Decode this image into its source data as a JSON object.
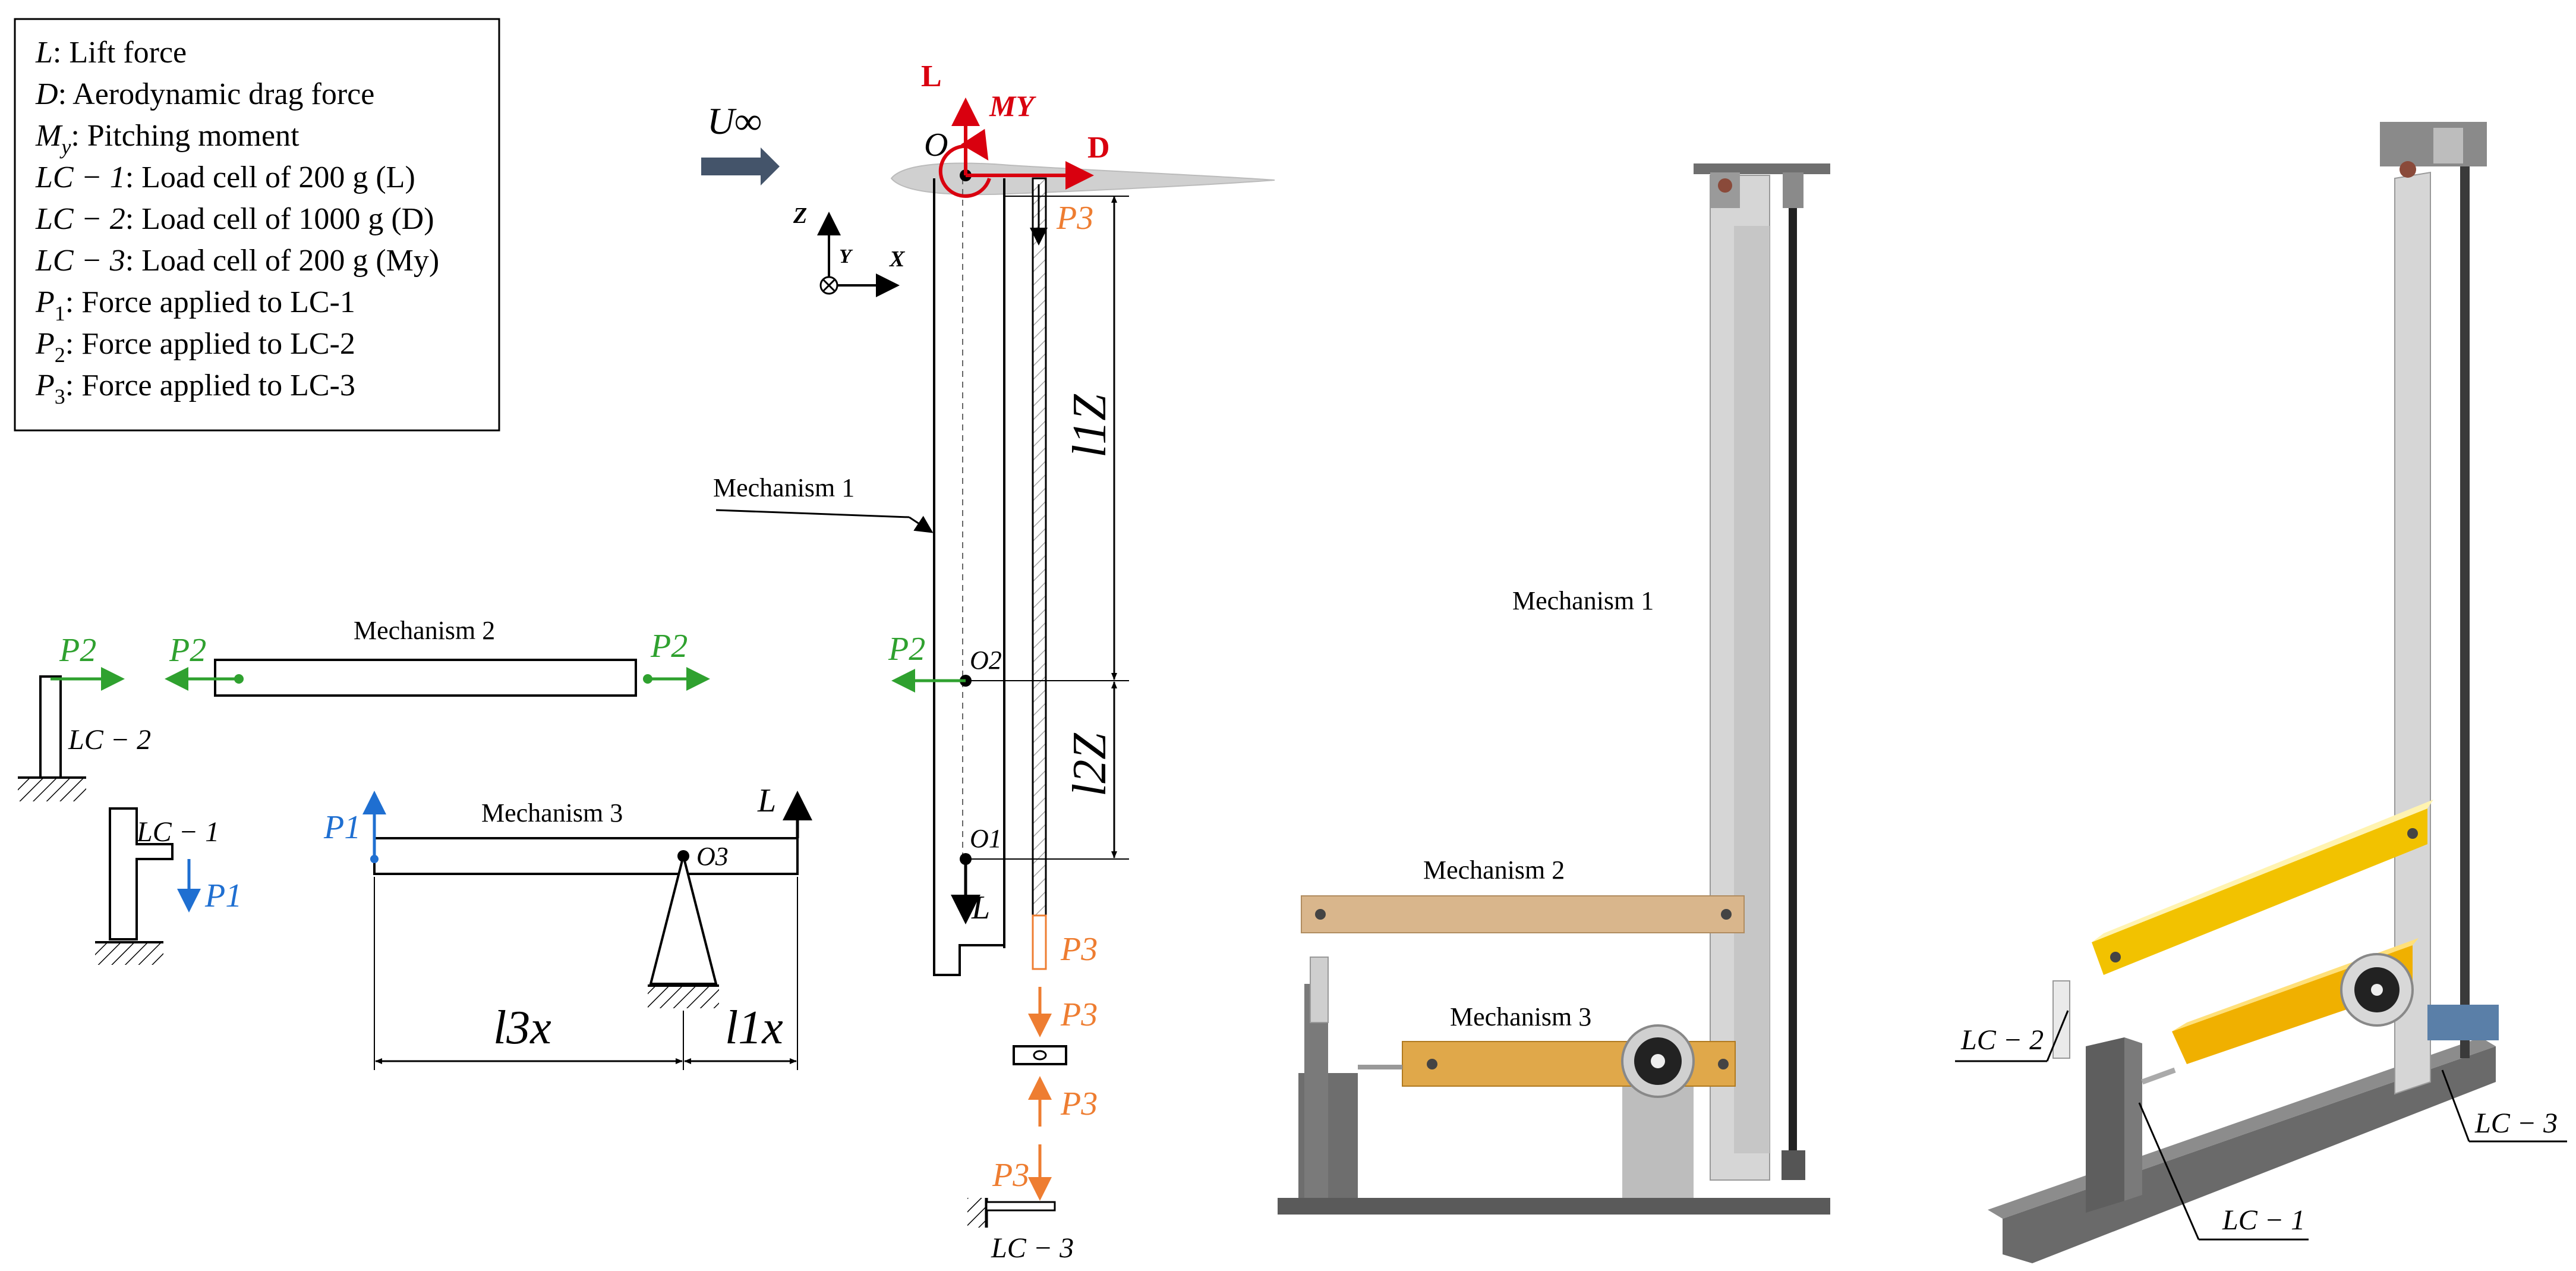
{
  "legend": {
    "items": [
      {
        "sym": "L",
        "sub": "",
        "text": ": Lift force"
      },
      {
        "sym": "D",
        "sub": "",
        "text": ": Aerodynamic drag force"
      },
      {
        "sym": "M",
        "sub": "y",
        "text": ": Pitching moment"
      },
      {
        "sym": "LC − 1",
        "sub": "",
        "text": ": Load cell of 200 g (L)"
      },
      {
        "sym": "LC − 2",
        "sub": "",
        "text": ": Load cell of 1000 g (D)"
      },
      {
        "sym": "LC − 3",
        "sub": "",
        "text": ": Load cell of 200 g (My)"
      },
      {
        "sym": "P",
        "sub": "1",
        "text": ": Force applied to LC-1"
      },
      {
        "sym": "P",
        "sub": "2",
        "text": ": Force applied to LC-2"
      },
      {
        "sym": "P",
        "sub": "3",
        "text": ": Force applied to LC-3"
      }
    ]
  },
  "labels": {
    "u_inf": "U∞",
    "lift": "L",
    "drag": "D",
    "moment": "MY",
    "origin": "O",
    "o1": "O1",
    "o2": "O2",
    "o3": "O3",
    "axis_z": "Z",
    "axis_y": "Y",
    "axis_x": "X",
    "l1z": "l1Z",
    "l2z": "l2Z",
    "l3x": "l3x",
    "l1x": "l1x",
    "p1": "P1",
    "p2": "P2",
    "p3": "P3",
    "lc1": "LC − 1",
    "lc2": "LC − 2",
    "lc3": "LC − 3",
    "mech1": "Mechanism 1",
    "mech2": "Mechanism 2",
    "mech3": "Mechanism 3"
  },
  "colors": {
    "lift_drag_red": "#d9000f",
    "p2_green": "#2fa12f",
    "p1_blue": "#1f6fd1",
    "p3_orange": "#ee7d31",
    "flow_arrow": "#44546a",
    "wood_mech2": "#d9b68c",
    "gold_mech3": "#e0a84a",
    "yellow_mech": "#f2c200",
    "frame_grey": "#8a8a8a"
  }
}
